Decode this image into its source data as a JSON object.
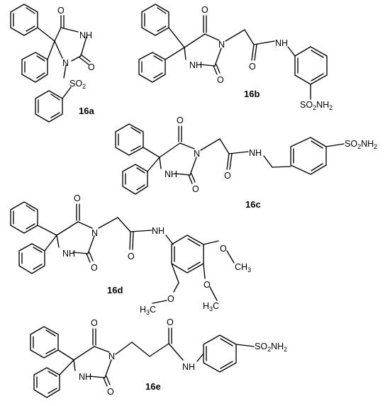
{
  "compounds": [
    {
      "id": "16a",
      "label": "16a",
      "atoms": {
        "o1": "O",
        "nh": "NH",
        "o2": "O",
        "n": "N",
        "so2": "SO",
        "so2_sub": "2"
      }
    },
    {
      "id": "16b",
      "label": "16b",
      "atoms": {
        "o1": "O",
        "nh1": "NH",
        "o2": "O",
        "n": "N",
        "o3": "O",
        "nh2": "NH",
        "sulf": "SO",
        "sulf_sub1": "2",
        "sulf_tail": "NH",
        "sulf_sub2": "2"
      }
    },
    {
      "id": "16c",
      "label": "16c",
      "atoms": {
        "o1": "O",
        "nh1": "NH",
        "o2": "O",
        "n": "N",
        "o3": "O",
        "nh2": "NH",
        "sulf": "SO",
        "sulf_sub1": "2",
        "sulf_tail": "NH",
        "sulf_sub2": "2"
      }
    },
    {
      "id": "16d",
      "label": "16d",
      "atoms": {
        "o1": "O",
        "nh1": "NH",
        "o2": "O",
        "n": "N",
        "o3": "O",
        "nh2": "NH",
        "om1": "O",
        "ch3_1": "CH",
        "ch3_1_sub": "3",
        "om2": "O",
        "om3": "O",
        "h3c_1_pre": "H",
        "h3c_1_sub": "3",
        "h3c_1_post": "C",
        "h3c_2_pre": "H",
        "h3c_2_sub": "3",
        "h3c_2_post": "C"
      }
    },
    {
      "id": "16e",
      "label": "16e",
      "atoms": {
        "o1": "O",
        "nh1": "NH",
        "o2": "O",
        "n": "N",
        "o3": "O",
        "nh2": "NH",
        "sulf": "SO",
        "sulf_sub1": "2",
        "sulf_tail": "NH",
        "sulf_sub2": "2"
      }
    }
  ]
}
